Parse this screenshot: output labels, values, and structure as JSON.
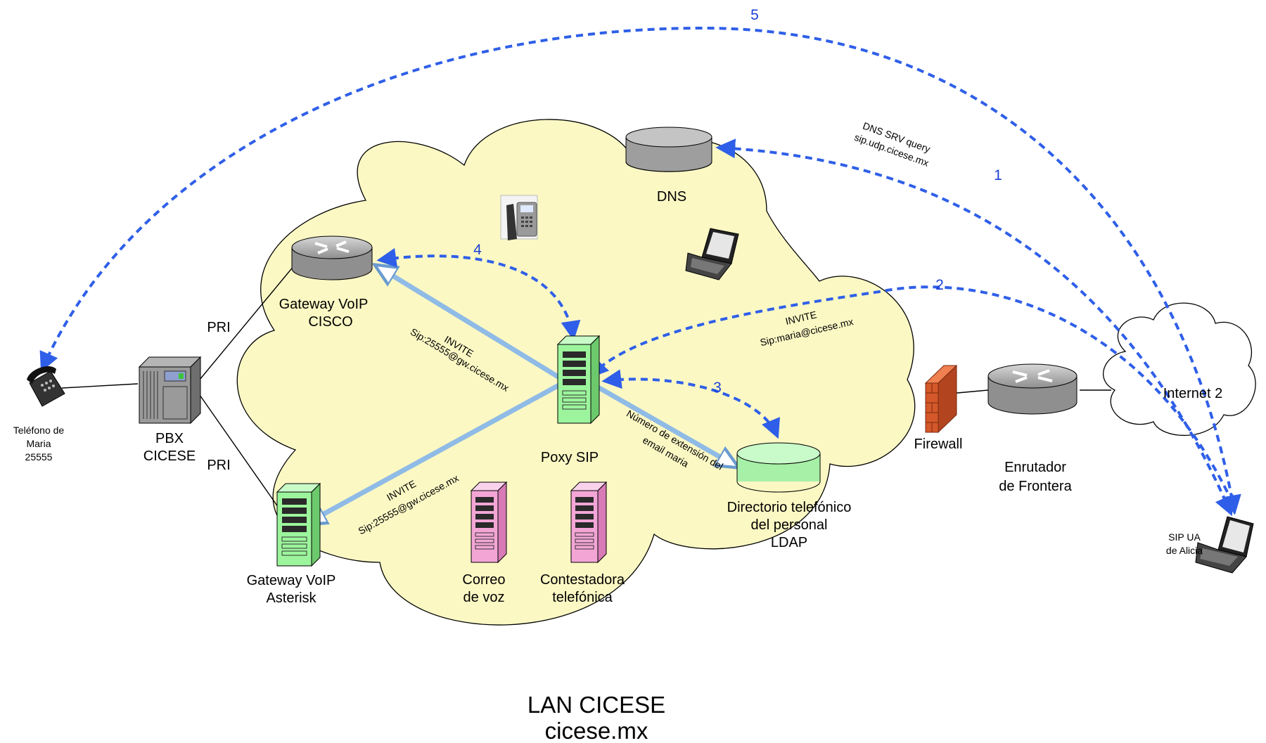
{
  "labels": {
    "dns": "DNS",
    "gateway_cisco_1": "Gateway VoIP",
    "gateway_cisco_2": "CISCO",
    "gateway_asterisk_1": "Gateway VoIP",
    "gateway_asterisk_2": "Asterisk",
    "proxy": "Poxy SIP",
    "voicemail_1": "Correo",
    "voicemail_2": "de voz",
    "answering_1": "Contestadora",
    "answering_2": "telefónica",
    "ldap_1": "Directorio telefónico",
    "ldap_2": "del personal",
    "ldap_3": "LDAP",
    "firewall": "Firewall",
    "router_1": "Enrutador",
    "router_2": "de Frontera",
    "internet": "Internet 2",
    "pbx_1": "PBX",
    "pbx_2": "CICESE",
    "pri_top": "PRI",
    "pri_bottom": "PRI",
    "phone_1": "Teléfono de",
    "phone_2": "Maria",
    "phone_3": "25555",
    "sip_ua_1": "SIP UA",
    "sip_ua_2": "de Alicia",
    "lan_1": "LAN CICESE",
    "lan_2": "cicese.mx"
  },
  "messages": {
    "dns_query_1": "DNS SRV query",
    "dns_query_2": "sip.udp.cicese.mx",
    "invite_maria_1": "INVITE",
    "invite_maria_2": "Sip:maria@cicese.mx",
    "invite_cisco_1": "INVITE",
    "invite_cisco_2": "Sip:25555@gw.cicese.mx",
    "invite_asterisk_1": "INVITE",
    "invite_asterisk_2": "Sip:25555@gw.cicese.mx",
    "ldap_query_1": "Número de extensión del",
    "ldap_query_2": "email maria"
  },
  "steps": {
    "s1": "1",
    "s2": "2",
    "s3": "3",
    "s4": "4",
    "s5": "5"
  },
  "colors": {
    "cloud_fill": "#fbf8c4",
    "dashed_arrow": "#2f5fe8",
    "step_number": "#1a3fd6",
    "server_green": "#9cf59c",
    "server_pink": "#f3a6d6",
    "ldap_green": "#a7f0a7",
    "router_gray": "#b8b8b8",
    "firewall": "#d4582a",
    "signal_arrow": "#8fbbe6"
  }
}
